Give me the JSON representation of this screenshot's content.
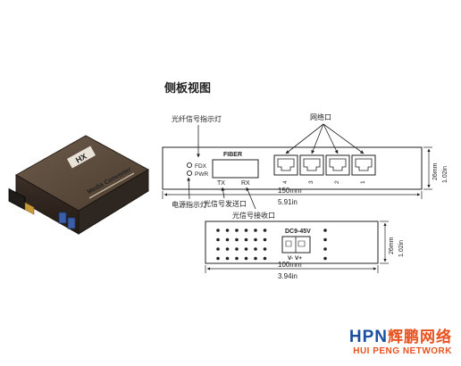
{
  "section_title": "侧板视图",
  "callouts": {
    "fiber_indicator": "光纤信号指示灯",
    "network_ports": "网络口",
    "power_indicator": "电源指示灯",
    "tx_port": "光信号发送口",
    "rx_port": "光信号接收口"
  },
  "front_panel": {
    "fiber_label": "FIBER",
    "fdx_label": "FDX",
    "pwr_label": "PWR",
    "tx_label": "TX",
    "rx_label": "RX",
    "port_numbers": [
      "4",
      "3",
      "2",
      "1"
    ],
    "width_mm": "150mm",
    "width_in": "5.91in",
    "height_mm": "26mm",
    "height_in": "1.02in"
  },
  "rear_panel": {
    "dc_label": "DC9-45V",
    "polarity_label": "V- V+",
    "width_mm": "100mm",
    "width_in": "3.94in",
    "height_mm": "26mm",
    "height_in": "1.02in"
  },
  "device_photo": {
    "brand_badge": "HX",
    "product_label": "Media Converter"
  },
  "brand": {
    "hpn": "HPN",
    "chinese": "辉鹏网络",
    "sub": "HUI PENG NETWORK",
    "hpn_color": "#1a4fa0",
    "accent_color": "#e8521e"
  }
}
